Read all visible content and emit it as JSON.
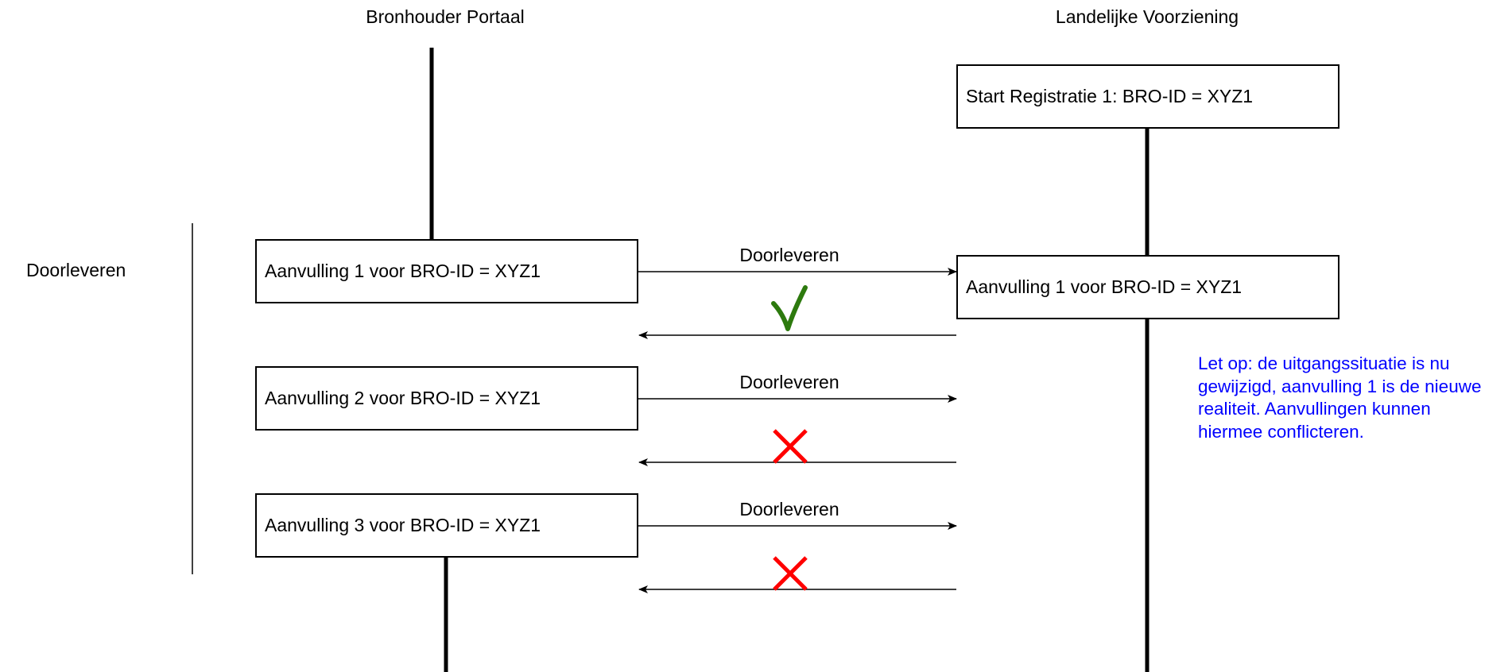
{
  "lanes": {
    "left_title": "Bronhouder Portaal",
    "right_title": "Landelijke Voorziening"
  },
  "section_label": "Doorleveren",
  "boxes": {
    "start": "Start Registratie 1: BRO-ID = XYZ1",
    "right_aanvulling": "Aanvulling 1 voor BRO-ID = XYZ1",
    "left": [
      "Aanvulling 1 voor BRO-ID = XYZ1",
      "Aanvulling 2 voor BRO-ID = XYZ1",
      "Aanvulling 3 voor BRO-ID = XYZ1"
    ]
  },
  "messages": [
    {
      "label": "Doorleveren",
      "result": "accepted"
    },
    {
      "label": "Doorleveren",
      "result": "rejected"
    },
    {
      "label": "Doorleveren",
      "result": "rejected"
    }
  ],
  "note": {
    "text": "Let op: de uitgangssituatie is nu\ngewijzigd, aanvulling 1 is de nieuwe\nrealiteit. Aanvullingen kunnen\nhiermee conflicteren.",
    "color": "#0000ff"
  },
  "colors": {
    "check": "#2d7a0e",
    "cross": "#ff0000",
    "line": "#000000"
  }
}
